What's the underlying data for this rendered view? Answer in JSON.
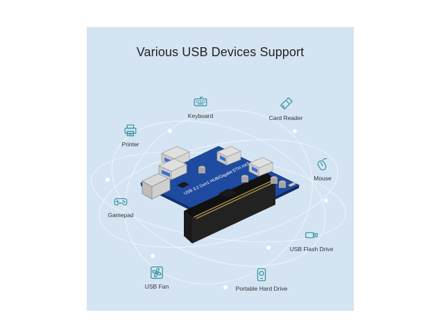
{
  "title": "Various USB Devices Support",
  "colors": {
    "background_panel": "#d5e4f3",
    "icon_teal": "#2f8f9a",
    "pcb_blue": "#1e4aa0"
  },
  "devices": [
    {
      "id": "keyboard",
      "label": "Keyboard",
      "icon": "keyboard-icon"
    },
    {
      "id": "card-reader",
      "label": "Card Reader",
      "icon": "card-reader-icon"
    },
    {
      "id": "printer",
      "label": "Printer",
      "icon": "printer-icon"
    },
    {
      "id": "mouse",
      "label": "Mouse",
      "icon": "mouse-icon"
    },
    {
      "id": "gamepad",
      "label": "Gamepad",
      "icon": "gamepad-icon"
    },
    {
      "id": "usb-flash-drive",
      "label": "USB Flash Drive",
      "icon": "usb-flash-drive-icon"
    },
    {
      "id": "usb-fan",
      "label": "USB Fan",
      "icon": "fan-icon"
    },
    {
      "id": "portable-hard-drive",
      "label": "Portable Hard Drive",
      "icon": "hard-drive-icon"
    }
  ],
  "board": {
    "silkscreen": "USB 3.2 Gen1 HUB/Gigabit ETH HAT"
  }
}
